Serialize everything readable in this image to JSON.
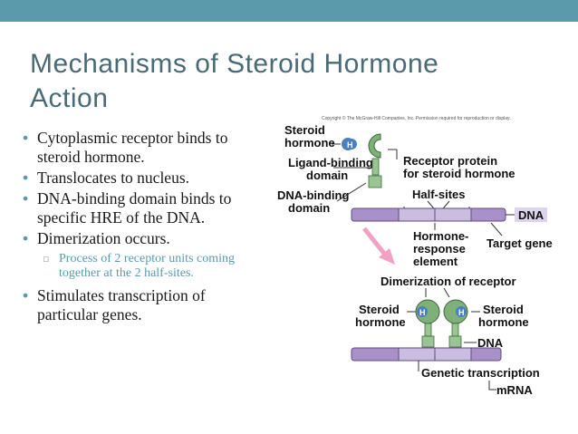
{
  "slide": {
    "title": "Mechanisms of Steroid Hormone Action",
    "bullets": [
      "Cytoplasmic receptor binds to steroid hormone.",
      "Translocates to nucleus.",
      "DNA-binding domain binds to specific HRE of the DNA.",
      "Dimerization occurs."
    ],
    "sub_bullet": "Process of 2 receptor units coming together at the 2 half-sites.",
    "last_bullet": "Stimulates transcription of particular genes."
  },
  "figure": {
    "copyright": "Copyright © The McGraw-Hill Companies, Inc. Permission required for reproduction or display.",
    "steroid_hormone_1": "Steroid",
    "steroid_hormone_2": "hormone",
    "ligand_domain_1": "Ligand-binding",
    "ligand_domain_2": "domain",
    "receptor_1": "Receptor protein",
    "receptor_2": "for steroid hormone",
    "dna_domain_1": "DNA-binding",
    "dna_domain_2": "domain",
    "half_sites": "Half-sites",
    "dna": "DNA",
    "hre_1": "Hormone-",
    "hre_2": "response",
    "hre_3": "element",
    "target_gene": "Target gene",
    "dimerization": "Dimerization of receptor",
    "left_hormone_1": "Steroid",
    "left_hormone_2": "hormone",
    "right_hormone_1": "Steroid",
    "right_hormone_2": "hormone",
    "dna_bottom": "DNA",
    "transcription": "Genetic transcription",
    "mrna": "mRNA",
    "hormone_glyph": "H"
  },
  "colors": {
    "accent": "#5a9aaa",
    "title": "#4a6b76",
    "receptor": "#7fb07a",
    "dna": "#a890c8",
    "hormone": "#4a7fc0",
    "arrow": "#f2a0c4"
  }
}
